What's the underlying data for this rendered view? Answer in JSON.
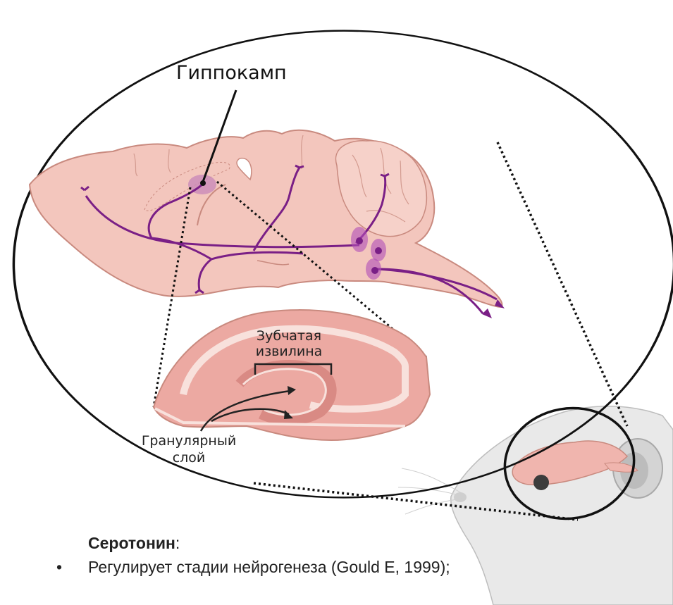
{
  "title": "Гиппокамп",
  "labels": {
    "dentate_line1": "Зубчатая",
    "dentate_line2": "извилина",
    "granular_line1": "Гранулярный",
    "granular_line2": "слой"
  },
  "text": {
    "heading_bold": "Серотонин",
    "heading_tail": ":",
    "bullets": [
      {
        "marker": "•",
        "text": "Регулирует стадии нейрогенеза (Gould E, 1999);"
      }
    ]
  },
  "colors": {
    "brain_fill": "#f3c6bd",
    "brain_stroke": "#c98a7f",
    "pathway": "#7a1f86",
    "nucleus": "#b04fb8",
    "hippocampus_spot": "#c98ab9"
  }
}
